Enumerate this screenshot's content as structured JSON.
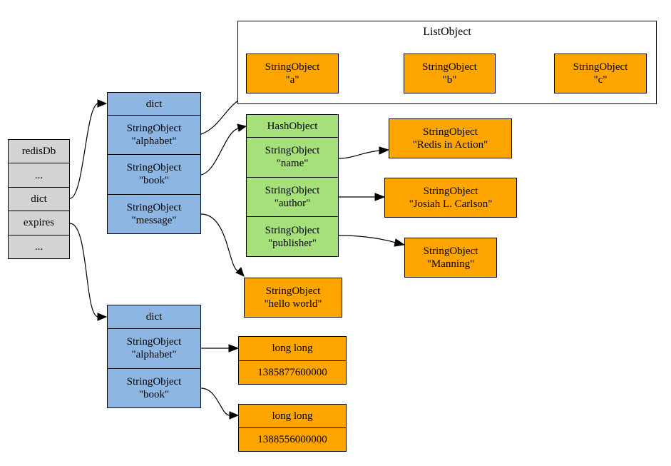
{
  "redisDb": {
    "rows": [
      "redisDb",
      "...",
      "dict",
      "expires",
      "..."
    ]
  },
  "dict_main": {
    "header": "dict",
    "keys": [
      {
        "type": "StringObject",
        "value": "\"alphabet\""
      },
      {
        "type": "StringObject",
        "value": "\"book\""
      },
      {
        "type": "StringObject",
        "value": "\"message\""
      }
    ]
  },
  "list_object": {
    "label": "ListObject",
    "items": [
      {
        "type": "StringObject",
        "value": "\"a\""
      },
      {
        "type": "StringObject",
        "value": "\"b\""
      },
      {
        "type": "StringObject",
        "value": "\"c\""
      }
    ]
  },
  "hash_object": {
    "header": "HashObject",
    "fields": [
      {
        "type": "StringObject",
        "value": "\"name\""
      },
      {
        "type": "StringObject",
        "value": "\"author\""
      },
      {
        "type": "StringObject",
        "value": "\"publisher\""
      }
    ]
  },
  "hash_values": [
    {
      "type": "StringObject",
      "value": "\"Redis in Action\""
    },
    {
      "type": "StringObject",
      "value": "\"Josiah L. Carlson\""
    },
    {
      "type": "StringObject",
      "value": "\"Manning\""
    }
  ],
  "message_value": {
    "type": "StringObject",
    "value": "\"hello world\""
  },
  "dict_expires": {
    "header": "dict",
    "keys": [
      {
        "type": "StringObject",
        "value": "\"alphabet\""
      },
      {
        "type": "StringObject",
        "value": "\"book\""
      }
    ]
  },
  "expire_values": [
    {
      "type": "long long",
      "value": "1385877600000"
    },
    {
      "type": "long long",
      "value": "1388556000000"
    }
  ],
  "colors": {
    "gray": "#d3d3d3",
    "blue": "#8db6e2",
    "green": "#a6e07a",
    "orange": "#ffa500"
  }
}
